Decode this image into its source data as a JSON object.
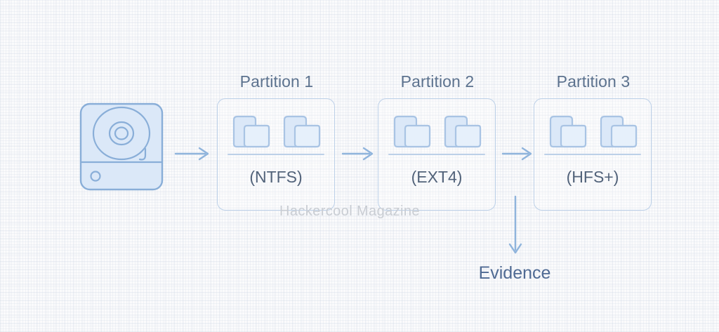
{
  "diagram": {
    "title_hidden": "",
    "source_icon": "hard-disk-drive-icon",
    "watermark": "Hackercool Magazine",
    "accent_color": "#8fb4dc",
    "border_color": "#bcd0e8",
    "folder_fill": "#dce8f7",
    "folder_stroke": "#a9c4e4",
    "title_color": "#5c728e",
    "label_color": "#52637a",
    "evidence_color": "#4f6a93",
    "watermark_color": "#c9cdd3",
    "background_color": "#fbfbfc",
    "partitions": [
      {
        "title": "Partition 1",
        "filesystem": "(NTFS)",
        "folder_count": 2
      },
      {
        "title": "Partition 2",
        "filesystem": "(EXT4)",
        "folder_count": 2
      },
      {
        "title": "Partition 3",
        "filesystem": "(HFS+)",
        "folder_count": 2
      }
    ],
    "flow_arrows": [
      {
        "name": "drive-to-partition-1",
        "direction": "right"
      },
      {
        "name": "partition-1-to-partition-2",
        "direction": "right"
      },
      {
        "name": "partition-2-to-partition-3",
        "direction": "right"
      },
      {
        "name": "partition-to-evidence",
        "direction": "down"
      }
    ],
    "evidence": {
      "label": "Evidence"
    }
  }
}
